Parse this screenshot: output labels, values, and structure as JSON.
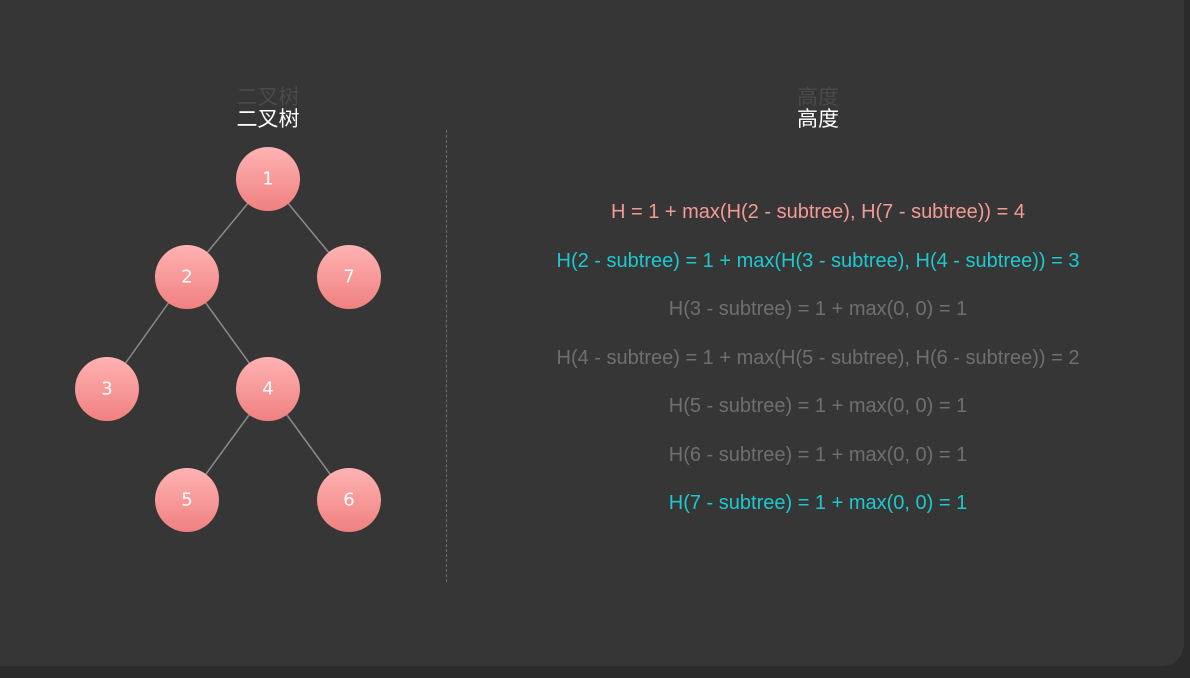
{
  "left_panel": {
    "ghost_title": "二叉树",
    "title": "二叉树"
  },
  "right_panel": {
    "ghost_title": "高度",
    "title": "高度"
  },
  "colors": {
    "node_fill_top": "#ffb3b3",
    "node_fill_bottom": "#f08080",
    "edge": "#8a8a8a",
    "root_formula": "#f49a96",
    "highlight_formula": "#1ec8d0",
    "dim_formula": "#6f6f6f"
  },
  "tree": {
    "nodes": [
      {
        "id": "1",
        "label": "1"
      },
      {
        "id": "2",
        "label": "2"
      },
      {
        "id": "7",
        "label": "7"
      },
      {
        "id": "3",
        "label": "3"
      },
      {
        "id": "4",
        "label": "4"
      },
      {
        "id": "5",
        "label": "5"
      },
      {
        "id": "6",
        "label": "6"
      }
    ],
    "edges": [
      {
        "from": "1",
        "to": "2"
      },
      {
        "from": "1",
        "to": "7"
      },
      {
        "from": "2",
        "to": "3"
      },
      {
        "from": "2",
        "to": "4"
      },
      {
        "from": "4",
        "to": "5"
      },
      {
        "from": "4",
        "to": "6"
      }
    ]
  },
  "formulas": [
    {
      "text": "H = 1 + max(H(2 - subtree), H(7 - subtree)) = 4",
      "state": "root"
    },
    {
      "text": "H(2 - subtree) = 1 + max(H(3 - subtree), H(4 - subtree)) = 3",
      "state": "highlight"
    },
    {
      "text": "H(3 - subtree) = 1 + max(0, 0) = 1",
      "state": "dim"
    },
    {
      "text": "H(4 - subtree) = 1 + max(H(5 - subtree), H(6 - subtree)) = 2",
      "state": "dim"
    },
    {
      "text": "H(5 - subtree) = 1 + max(0, 0) = 1",
      "state": "dim"
    },
    {
      "text": "H(6 - subtree) = 1 + max(0, 0) = 1",
      "state": "dim"
    },
    {
      "text": "H(7 - subtree) = 1 + max(0, 0) = 1",
      "state": "highlight"
    }
  ]
}
